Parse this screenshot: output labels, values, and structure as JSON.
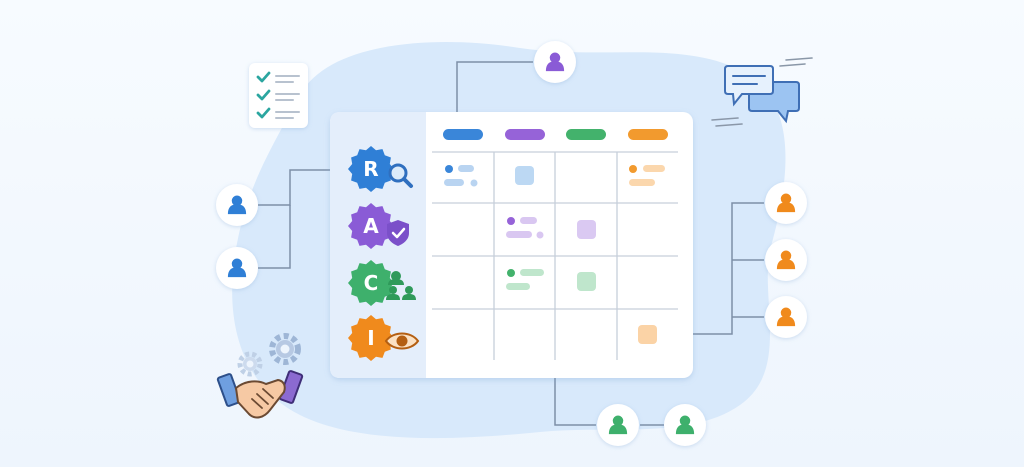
{
  "raci": {
    "roles": [
      {
        "letter": "R",
        "color": "#2f7fd6",
        "badge_icon": "magnifier-icon"
      },
      {
        "letter": "A",
        "color": "#8a5bd6",
        "badge_icon": "shield-check-icon"
      },
      {
        "letter": "C",
        "color": "#3eb06c",
        "badge_icon": "people-group-icon"
      },
      {
        "letter": "I",
        "color": "#f08a1c",
        "badge_icon": "eye-icon"
      }
    ],
    "column_colors": [
      "#3a86d9",
      "#9663d8",
      "#43b26c",
      "#f29a2e"
    ]
  },
  "people": {
    "purple_color": "#8a5bd6",
    "blue_color": "#2f7fd6",
    "orange_color": "#f08a1c",
    "green_color": "#3eb06c"
  },
  "decor": {
    "checklist_icon": "checklist-icon",
    "chat_icon": "chat-bubbles-icon",
    "handshake_icon": "handshake-icon",
    "gears_icon": "gears-icon"
  }
}
